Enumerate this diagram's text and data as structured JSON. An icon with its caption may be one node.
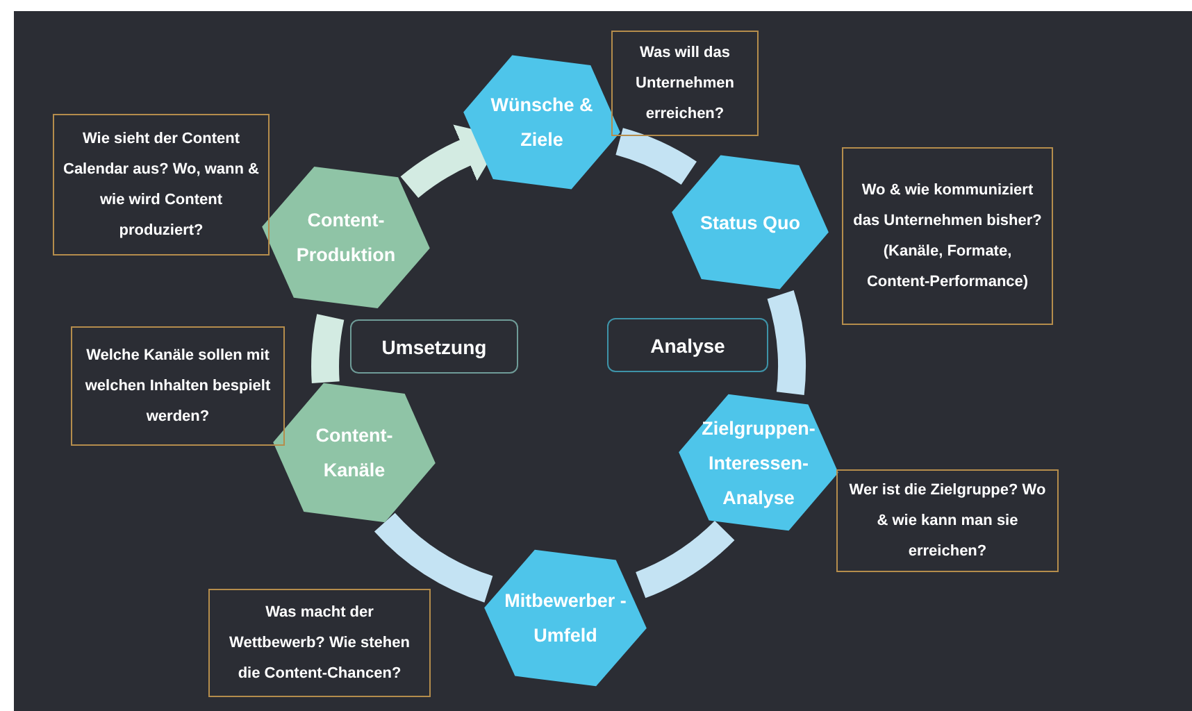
{
  "diagram": {
    "nodes": [
      {
        "text": [
          "Wünsche & Ziele"
        ]
      },
      {
        "text": [
          "Was will das Unternehmen erreichen?"
        ]
      },
      {
        "text": [
          "Status Quo"
        ]
      },
      {
        "text": [
          "Wo & wie kommuniziert das Unternehmen bisher? (Kanäle, Formate, Content-Performance)"
        ]
      },
      {
        "text": [
          "Zielgruppen-Interessen-Analyse"
        ]
      },
      {
        "text": [
          "Wer ist die Zielgruppe? Wo & wie kann man sie erreichen?"
        ]
      },
      {
        "text": [
          "Mitbewerber -Umfeld"
        ]
      },
      {
        "text": [
          "Was macht der Wettbewerb? Wie stehen die Content-Chancen?"
        ]
      },
      {
        "text": [
          "Content-Kanäle"
        ]
      },
      {
        "text": [
          "Welche Kanäle sollen mit welchen Inhalten bespielt werden?"
        ]
      },
      {
        "text": [
          "Content-Produktion"
        ]
      },
      {
        "text": [
          "Wie sieht der Content Calendar aus? Wo, wann & wie wird Content produziert?"
        ]
      },
      {
        "text": [
          "Umsetzung"
        ]
      },
      {
        "text": [
          "Analyse"
        ]
      }
    ],
    "edges": [
      {
        "from": 0,
        "to": 2,
        "arrow": "none"
      },
      {
        "from": 2,
        "to": 4,
        "arrow": "none"
      },
      {
        "from": 4,
        "to": 6,
        "arrow": "none"
      },
      {
        "from": 6,
        "to": 8,
        "arrow": "none"
      },
      {
        "from": 8,
        "to": 10,
        "arrow": "none",
        "color": "#d3ebe2"
      },
      {
        "from": 10,
        "to": 0,
        "arrow": "to",
        "color": "#d3ebe2"
      }
    ]
  }
}
